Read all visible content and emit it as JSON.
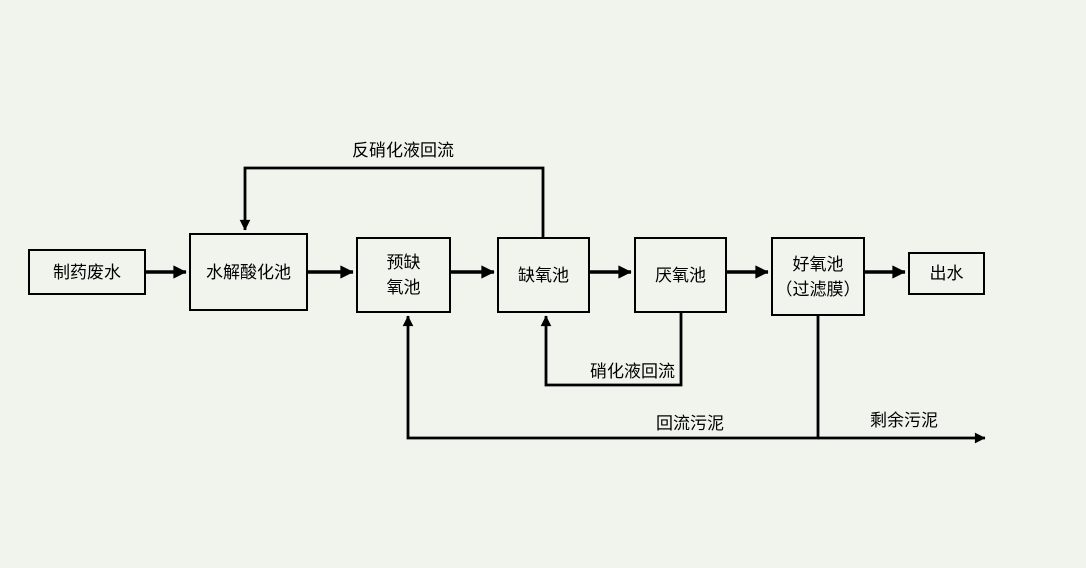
{
  "diagram": {
    "background_color": "#f1f4ed",
    "line_color": "#000000",
    "nodes": [
      {
        "id": "influent",
        "lines": [
          "制药废水"
        ]
      },
      {
        "id": "hydrolysis-acidification-tank",
        "lines": [
          "水解酸化池"
        ]
      },
      {
        "id": "pre-anoxic-tank",
        "lines": [
          "预缺",
          "氧池"
        ]
      },
      {
        "id": "anoxic-tank",
        "lines": [
          "缺氧池"
        ]
      },
      {
        "id": "anaerobic-tank",
        "lines": [
          "厌氧池"
        ]
      },
      {
        "id": "aerobic-tank",
        "lines": [
          "好氧池",
          "（过滤膜）"
        ]
      },
      {
        "id": "effluent",
        "lines": [
          "出水"
        ]
      }
    ],
    "flow_labels": [
      {
        "id": "denitrified-liquid-reflux",
        "text": "反硝化液回流"
      },
      {
        "id": "nitrified-liquid-reflux",
        "text": "硝化液回流"
      },
      {
        "id": "return-sludge",
        "text": "回流污泥"
      },
      {
        "id": "excess-sludge",
        "text": "剩余污泥"
      }
    ]
  }
}
